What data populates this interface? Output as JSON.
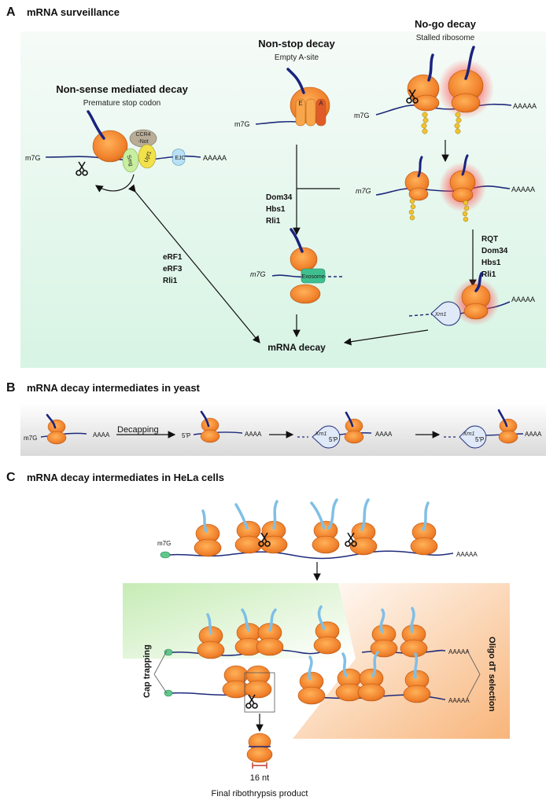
{
  "panel_a": {
    "letter": "A",
    "title": "mRNA surveillance",
    "nmd": {
      "title": "Non-sense mediated decay",
      "subtitle": "Premature stop codon",
      "cap": "m7G",
      "tail": "AAAAA",
      "ccr4": "CCR4",
      "not": "-Not",
      "upf1": "Upf1",
      "smg": "Smg",
      "ejc": "EJC"
    },
    "nsd": {
      "title": "Non-stop decay",
      "subtitle": "Empty A-site",
      "cap": "m7G",
      "e_site": "E",
      "a_site": "A",
      "factors": [
        "Dom34",
        "Hbs1",
        "Rli1"
      ],
      "exosome_cap": "m7G",
      "exosome": "Exosome"
    },
    "ngd": {
      "title": "No-go decay",
      "subtitle": "Stalled ribosome",
      "cap": "m7G",
      "tail": "AAAAA",
      "cap2": "m7G",
      "tail2": "AAAAA",
      "factors": [
        "RQT",
        "Dom34",
        "Hbs1",
        "Rli1"
      ],
      "xrn1": "Xrn1",
      "tail3": "AAAAA"
    },
    "erf": [
      "eRF1",
      "eRF3",
      "Rli1"
    ],
    "decay": "mRNA decay"
  },
  "panel_b": {
    "letter": "B",
    "title": "mRNA decay intermediates in yeast",
    "cap": "m7G",
    "tail": "AAAA",
    "decapping": "Decapping",
    "five_p": "5'P",
    "xrn1": "Xrn1"
  },
  "panel_c": {
    "letter": "C",
    "title": "mRNA decay intermediates in HeLa cells",
    "cap": "m7G",
    "tail": "AAAAA",
    "cap_trapping": "Cap trapping",
    "oligo": "Oligo dT selection",
    "nt": "16 nt",
    "final": "Final ribothrypsis product"
  },
  "colors": {
    "ribosome": "#f07f2a",
    "ribosome_dark": "#c95f14",
    "mrna": "#1e2a7a",
    "nascent_a": "#1a237e",
    "nascent_c": "#7fbfe6",
    "glow": "#ff5a5a",
    "green_bg": "#e3f6ea",
    "orange_bg": "#fbd7b5",
    "exosome": "#3fbf8f",
    "xrn1": "#dfe9f7"
  }
}
